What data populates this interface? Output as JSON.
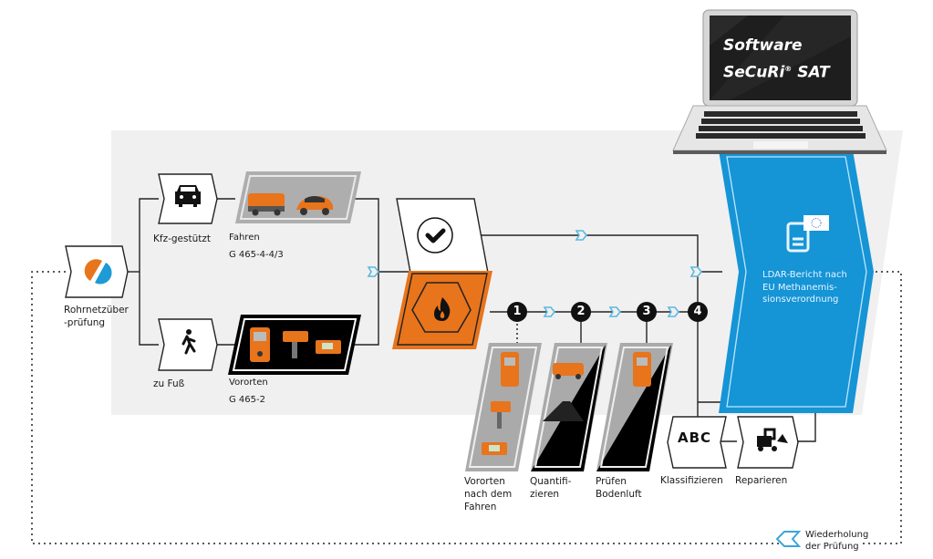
{
  "software": {
    "title_line1": "Software",
    "title_line2": "SeCuRi",
    "title_reg": "®",
    "title_line3": "SAT",
    "icon": "laptop-icon"
  },
  "start": {
    "label": "Rohrnetzüber\n-prüfung",
    "icon": "pie-logo-icon",
    "colors": {
      "orange": "#e8741c",
      "blue": "#1e9ad6"
    }
  },
  "branches": [
    {
      "mode_label": "Kfz-gestützt",
      "mode_icon": "car-icon",
      "method_label": "Fahren",
      "standard": "G 465-4-4/3",
      "image": "vehicles-image"
    },
    {
      "mode_label": "zu Fuß",
      "mode_icon": "walking-person-icon",
      "method_label": "Vororten",
      "standard": "G 465-2",
      "image": "gas-detectors-image"
    }
  ],
  "decision": {
    "ok_icon": "checkmark-icon",
    "leak_icon": "flame-icon",
    "leak_color": "#e8741c"
  },
  "steps": [
    {
      "number": "1",
      "label": "Vororten\nnach dem\nFahren"
    },
    {
      "number": "2",
      "label": "Quantifi-\nzieren"
    },
    {
      "number": "3",
      "label": "Prüfen\nBodenluft"
    },
    {
      "number": "4",
      "label": ""
    }
  ],
  "actions": [
    {
      "label": "Klassifizieren",
      "icon_text": "ABC"
    },
    {
      "label": "Reparieren",
      "icon": "excavator-icon"
    }
  ],
  "report": {
    "label": "LDAR-Bericht nach\nEU Methanemis-\nsionsverordnung",
    "icon": "eu-document-icon",
    "color": "#1594d6"
  },
  "repeat": {
    "label": "Wiederholung\nder Prüfung",
    "icon": "back-arrow-icon"
  },
  "colors": {
    "accent_blue": "#1594d6",
    "connector_blue": "#5bb8e0",
    "band": "#f0f0f0"
  }
}
